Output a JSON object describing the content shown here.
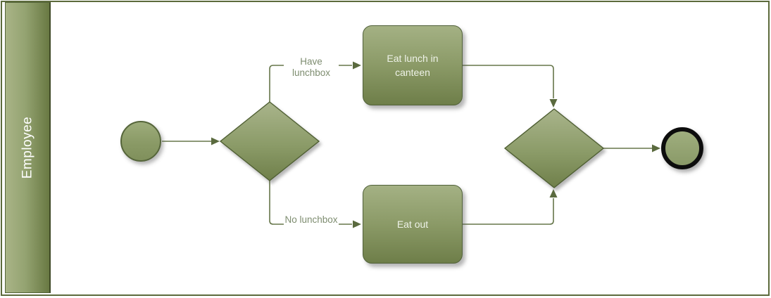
{
  "lane": {
    "title": "Employee"
  },
  "nodes": {
    "start": {
      "type": "start-event"
    },
    "split_gateway": {
      "type": "exclusive-gateway"
    },
    "task_canteen": {
      "type": "task",
      "label": "Eat lunch in canteen"
    },
    "task_eat_out": {
      "type": "task",
      "label": "Eat out"
    },
    "merge_gateway": {
      "type": "exclusive-gateway"
    },
    "end": {
      "type": "end-event"
    }
  },
  "edges": {
    "start_to_split": {
      "from": "start",
      "to": "split_gateway",
      "label": ""
    },
    "split_to_canteen": {
      "from": "split_gateway",
      "to": "task_canteen",
      "label": "Have lunchbox"
    },
    "canteen_to_merge": {
      "from": "task_canteen",
      "to": "merge_gateway",
      "label": ""
    },
    "split_to_eat_out": {
      "from": "split_gateway",
      "to": "task_eat_out",
      "label": "No lunchbox"
    },
    "eat_out_to_merge": {
      "from": "task_eat_out",
      "to": "merge_gateway",
      "label": ""
    },
    "merge_to_end": {
      "from": "merge_gateway",
      "to": "end",
      "label": ""
    }
  },
  "colors": {
    "frame_border": "#5c6a3b",
    "lane_fill_left": "#a9b487",
    "lane_fill_right": "#697943",
    "lane_text": "#ffffff",
    "shape_fill_top": "#a9b48b",
    "shape_fill_bottom": "#6f7f4a",
    "shape_border": "#51613a",
    "task_text": "#eef2e8",
    "connector": "#66764a",
    "arrowhead": "#5a6a3e",
    "edge_label_text": "#7e8d70",
    "end_event_ring": "#0d0d0d"
  }
}
